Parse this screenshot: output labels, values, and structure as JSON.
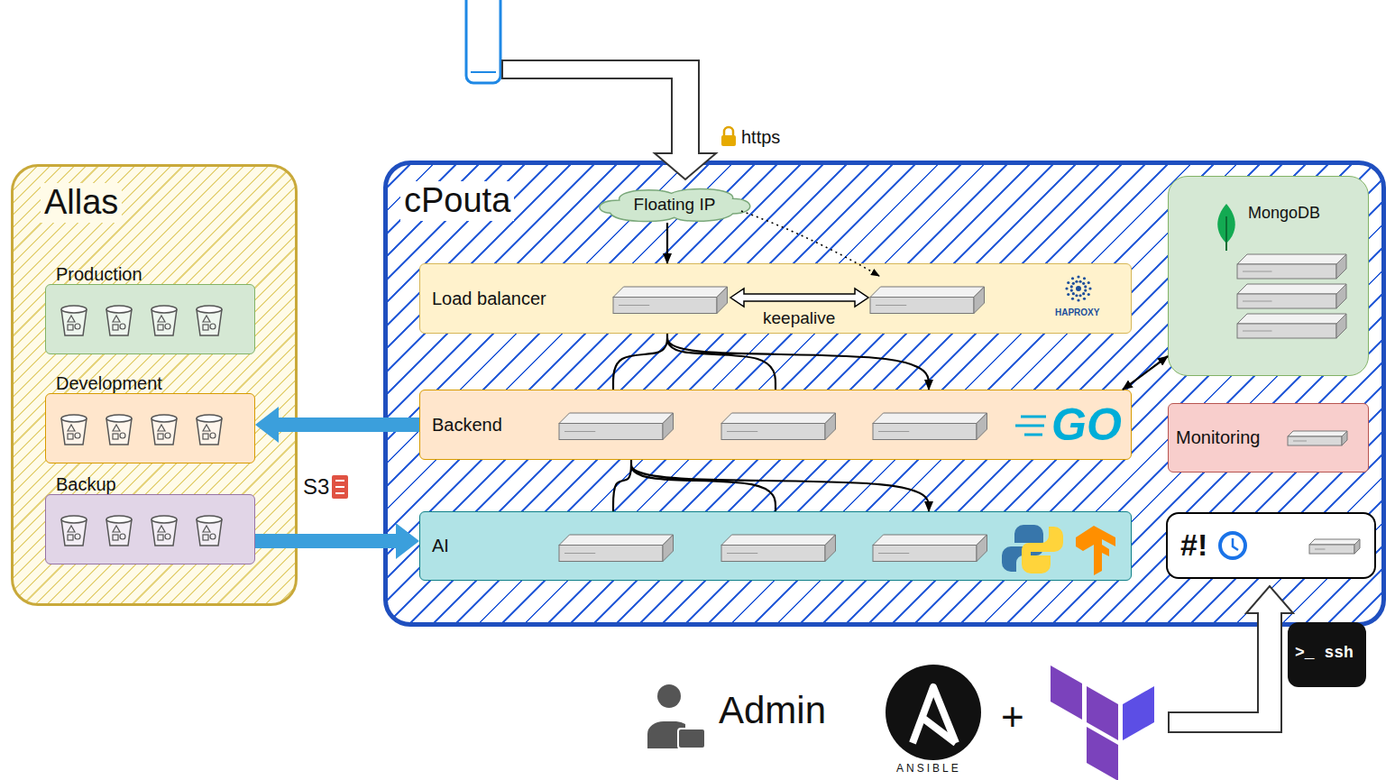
{
  "diagram": {
    "nodes": [
      {
        "text": [
          "Allas"
        ]
      },
      {
        "text": [
          "Production"
        ],
        "in": 0
      },
      {
        "text": [
          "Development"
        ],
        "in": 0
      },
      {
        "text": [
          "Backup"
        ],
        "in": 0
      },
      {
        "text": [
          "cPouta"
        ]
      },
      {
        "text": [
          "Floating IP"
        ],
        "in": 4
      },
      {
        "text": [
          "Load balancer"
        ],
        "in": 4
      },
      {
        "text": [
          "Backend"
        ],
        "in": 4
      },
      {
        "text": [
          "AI"
        ],
        "in": 4
      },
      {
        "text": [
          "MongoDB"
        ],
        "in": 4
      },
      {
        "text": [
          "Monitoring"
        ],
        "in": 4
      },
      {
        "text": [
          "#!"
        ],
        "in": 4
      }
    ],
    "edges": [
      {
        "from": 5,
        "to": 6,
        "arrow": "to"
      },
      {
        "from": 6,
        "to": 7,
        "arrow": "to"
      },
      {
        "from": 7,
        "to": 8,
        "arrow": "to"
      },
      {
        "from": 7,
        "to": 9,
        "arrow": "both"
      },
      {
        "from": 7,
        "to": 2,
        "arrow": "to"
      },
      {
        "from": 3,
        "to": 8,
        "arrow": "to"
      }
    ],
    "labels": [
      "https",
      "keepalive",
      "HAPROXY",
      "GO",
      "S3",
      ">_ ssh",
      "Admin",
      "+",
      "ANSIBLE"
    ]
  }
}
